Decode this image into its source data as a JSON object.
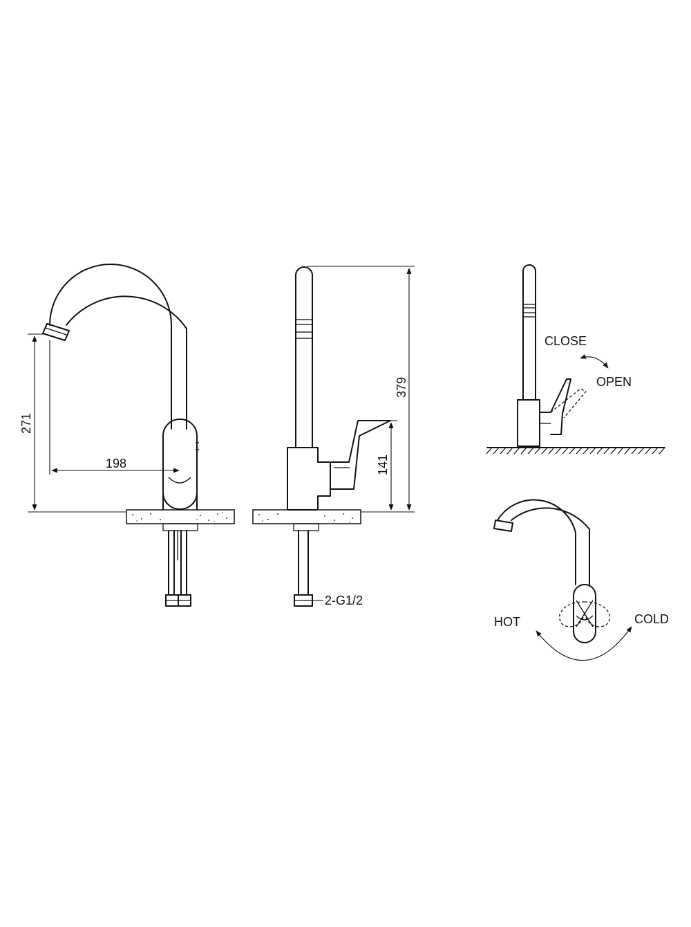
{
  "dimensions": {
    "spout_height": "271",
    "spout_reach": "198",
    "total_height": "379",
    "lever_height": "141",
    "connection": "2-G1/2"
  },
  "operation": {
    "close": "CLOSE",
    "open": "OPEN",
    "hot": "HOT",
    "cold": "COLD"
  },
  "colors": {
    "line": "#111111",
    "background": "#ffffff"
  }
}
